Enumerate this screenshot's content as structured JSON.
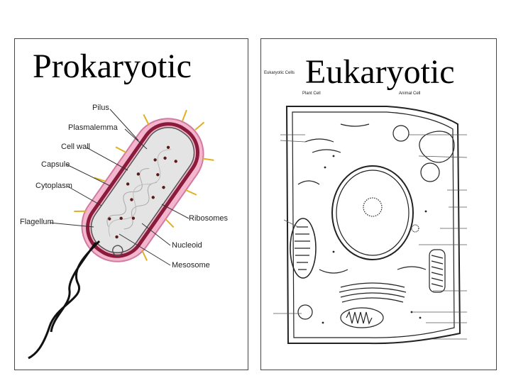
{
  "titles": {
    "prokaryotic": "Prokaryotic",
    "eukaryotic": "Eukaryotic"
  },
  "prokaryote_labels": {
    "pilus": "Pilus",
    "plasmalemma": "Plasmalemma",
    "cell_wall": "Cell wall",
    "capsule": "Capsule",
    "cytoplasm": "Cytoplasm",
    "flagellum": "Flagellum",
    "ribosomes": "Ribosomes",
    "nucleoid": "Nucleoid",
    "mesosome": "Mesosome"
  },
  "eukaryote_labels": {
    "header": "Eukaryotic Cells",
    "plant_cell": "Plant Cell",
    "animal_cell": "Animal Cell"
  },
  "colors": {
    "capsule_pink": "#f4b6cf",
    "capsule_edge": "#c8507a",
    "cell_wall": "#8a1b3a",
    "pili": "#e0b020",
    "cytoplasm": "#e6e6e6"
  }
}
